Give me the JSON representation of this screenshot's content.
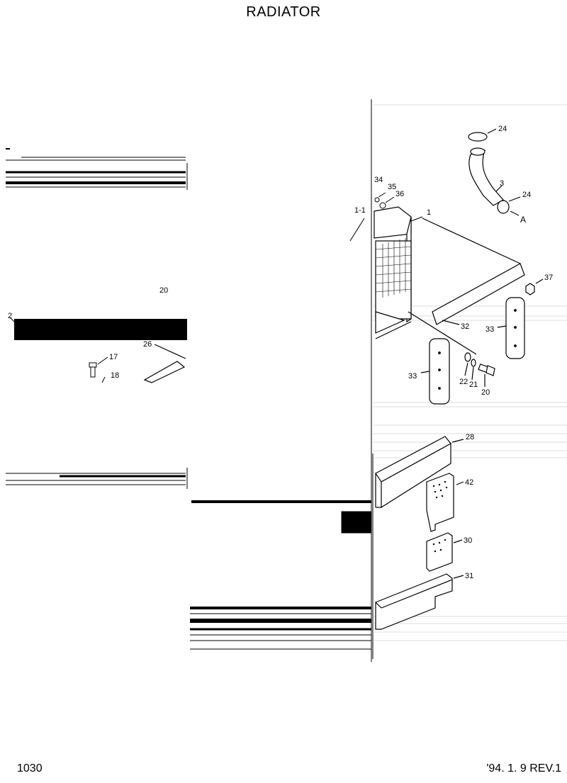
{
  "title": "RADIATOR",
  "footer": {
    "page_number": "1030",
    "revision": "'94. 1. 9  REV.1"
  },
  "callouts": {
    "c24a": "24",
    "c3": "3",
    "c24b": "24",
    "cA": "A",
    "c34": "34",
    "c35": "35",
    "c36": "36",
    "c1_1": "1-1",
    "c1": "1",
    "c37": "37",
    "c32": "32",
    "c33a": "33",
    "c33b": "33",
    "c22": "22",
    "c21": "21",
    "c20": "20",
    "c20b": "20",
    "c2": "2",
    "c26": "26",
    "c17": "17",
    "c18": "18",
    "c28": "28",
    "c42": "42",
    "c30": "30",
    "c31": "31"
  }
}
